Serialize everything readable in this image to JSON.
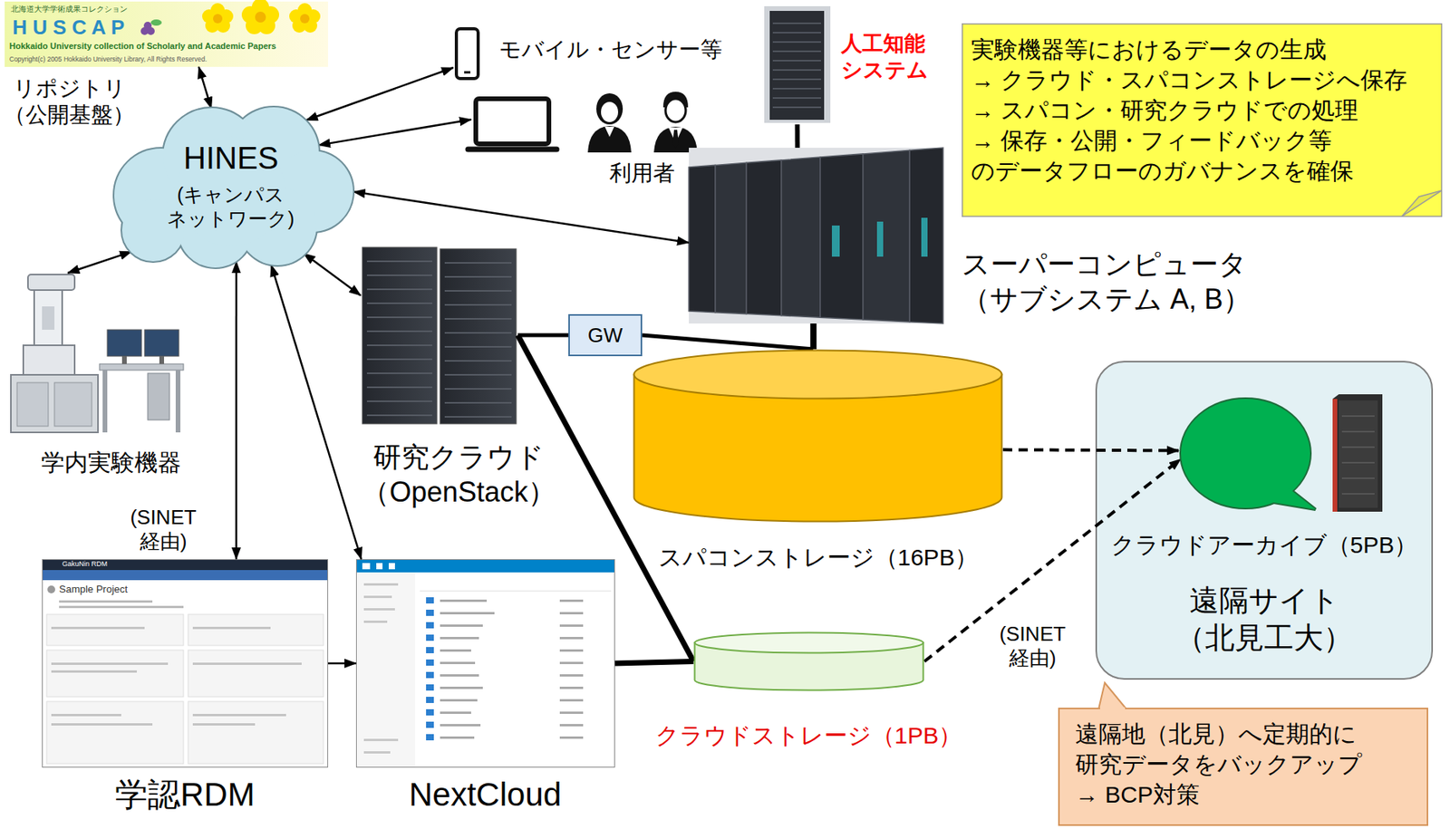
{
  "diagram": {
    "nodes": [
      {
        "text": [
          "北海道大学学術成果コレクション",
          "H U S C A P",
          "Hokkaido University collection of Scholarly and Academic Papers",
          "Copyright(c) 2005 Hokkaido University Library, All Rights Reserved.",
          "リポジトリ （公開基盤）"
        ]
      },
      {
        "text": [
          "HINES",
          "(キャンパス ネットワーク)"
        ]
      },
      {
        "text": [
          "モバイル・センサー等"
        ]
      },
      {
        "text": [
          "利用者"
        ]
      },
      {
        "text": [
          "人工知能 システム"
        ]
      },
      {
        "text": [
          "スーパーコンピュータ （サブシステム A, B）"
        ]
      },
      {
        "text": [
          "実験機器等におけるデータの生成",
          "→ クラウド・スパコンストレージへ保存",
          "→ スパコン・研究クラウドでの処理",
          "→ 保存・公開・フィードバック等 のデータフローのガバナンスを確保"
        ]
      },
      {
        "text": [
          "学内実験機器"
        ]
      },
      {
        "text": [
          "研究クラウド （OpenStack）"
        ]
      },
      {
        "text": [
          "GW"
        ]
      },
      {
        "text": [
          "スパコンストレージ（16PB）"
        ]
      },
      {
        "text": [
          "遠隔サイト （北見工大）"
        ]
      },
      {
        "text": [
          "クラウドアーカイブ（5PB）"
        ],
        "in": 11
      },
      {
        "text": [
          "学認RDM"
        ]
      },
      {
        "text": [
          "NextCloud"
        ]
      },
      {
        "text": [
          "クラウドストレージ（1PB）"
        ]
      },
      {
        "text": [
          "遠隔地（北見）へ定期的に 研究データをバックアップ → BCP対策"
        ]
      }
    ],
    "edges": [
      {
        "from": 0,
        "to": 1,
        "arrow": "both"
      },
      {
        "from": 1,
        "to": 2,
        "arrow": "both"
      },
      {
        "from": 1,
        "to": 3,
        "arrow": "both"
      },
      {
        "from": 4,
        "to": 5,
        "arrow": "none"
      },
      {
        "from": 1,
        "to": 5,
        "arrow": "both"
      },
      {
        "from": 1,
        "to": 7,
        "arrow": "both"
      },
      {
        "from": 1,
        "to": 8,
        "arrow": "both"
      },
      {
        "from": 1,
        "to": 13,
        "label": "(SINET 経由)",
        "arrow": "both"
      },
      {
        "from": 1,
        "to": 14,
        "arrow": "both"
      },
      {
        "from": 13,
        "to": 14,
        "arrow": "to"
      },
      {
        "from": 8,
        "to": 9,
        "arrow": "none"
      },
      {
        "from": 9,
        "to": 10,
        "arrow": "none"
      },
      {
        "from": 5,
        "to": 10,
        "arrow": "none"
      },
      {
        "from": 8,
        "to": 15,
        "arrow": "none"
      },
      {
        "from": 14,
        "to": 15,
        "arrow": "none"
      },
      {
        "from": 10,
        "to": 12,
        "arrow": "to"
      },
      {
        "from": 15,
        "to": 12,
        "label": "(SINET 経由)",
        "arrow": "to"
      }
    ],
    "labels": [
      "GakuNin RDM",
      "Sample Project"
    ]
  }
}
